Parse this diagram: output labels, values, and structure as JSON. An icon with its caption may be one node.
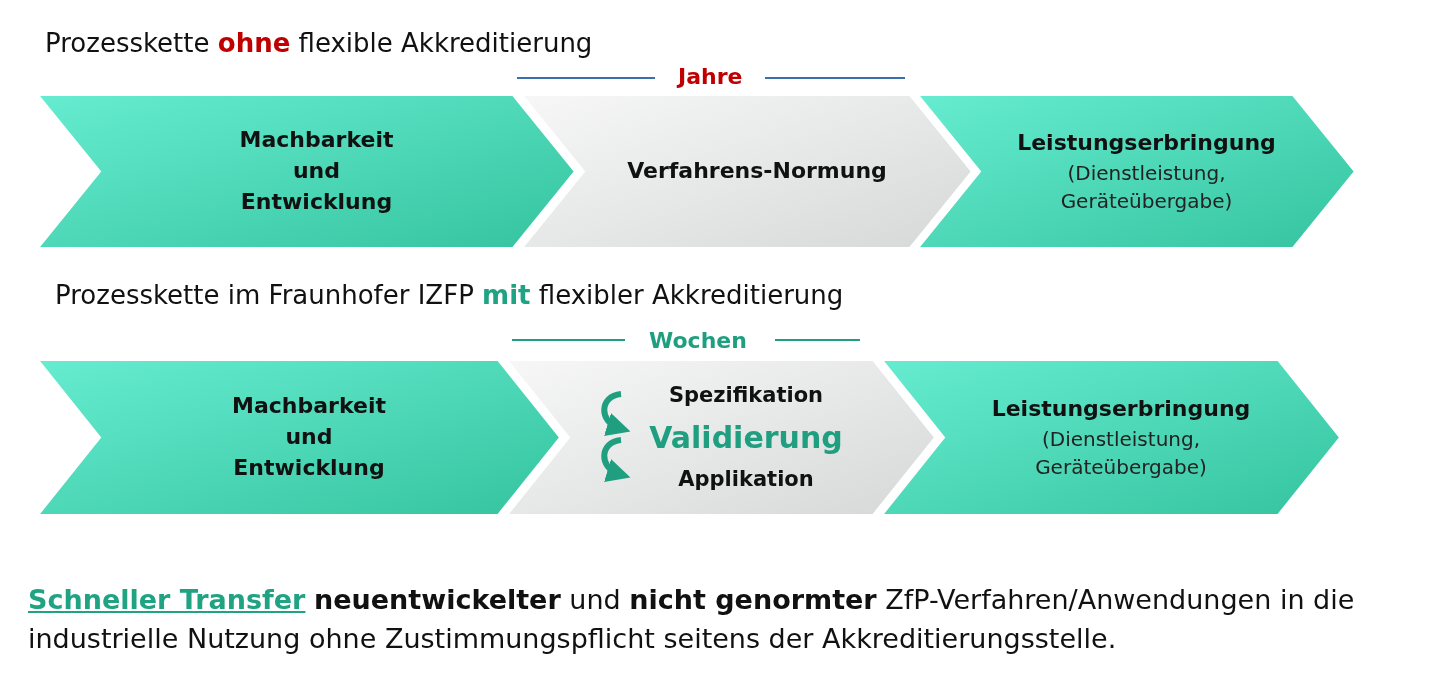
{
  "diagram": {
    "caption": "**Schneller Transfer** **neuentwickelter** und **nicht genormter** ZfP-Verfahren/Anwendungen in die industrielle Nutzung ohne Zustimmungspflicht seitens der Akkreditierungsstelle.",
    "nodes": [
      {
        "text": [
          "Machbarkeit und Entwicklung"
        ]
      },
      {
        "text": [
          "Verfahrens-Normung"
        ],
        "beside": [
          "Jahre"
        ]
      },
      {
        "text": [
          "Leistungserbringung",
          "(Dienstleistung, Geräteübergabe)"
        ]
      },
      {
        "text": [
          "Machbarkeit und Entwicklung"
        ]
      },
      {
        "text": [
          "Spezifikation",
          "Validierung",
          "Applikation"
        ],
        "beside": [
          "Wochen"
        ]
      },
      {
        "text": [
          "Leistungserbringung",
          "(Dienstleistung, Geräteübergabe)"
        ]
      }
    ],
    "labels": [
      "Prozesskette **ohne** flexible Akkreditierung",
      "Prozesskette im Fraunhofer IZFP **mit** flexibler Akkreditierung"
    ]
  }
}
